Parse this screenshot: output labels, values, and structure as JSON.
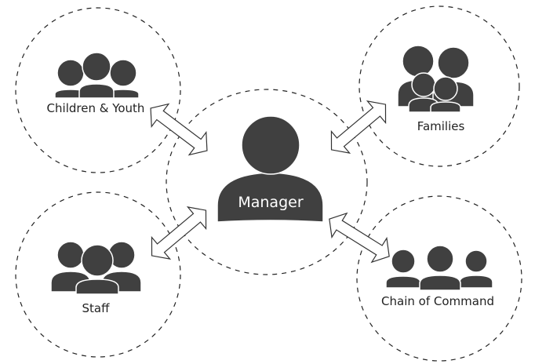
{
  "diagram": {
    "center": {
      "label": "Manager"
    },
    "groups": [
      {
        "id": "children-youth",
        "label": "Children & Youth"
      },
      {
        "id": "families",
        "label": "Families"
      },
      {
        "id": "staff",
        "label": "Staff"
      },
      {
        "id": "chain-of-command",
        "label": "Chain of Command"
      }
    ]
  },
  "colors": {
    "icon": "#404040",
    "line": "#222222",
    "arrow_fill": "#ffffff"
  }
}
